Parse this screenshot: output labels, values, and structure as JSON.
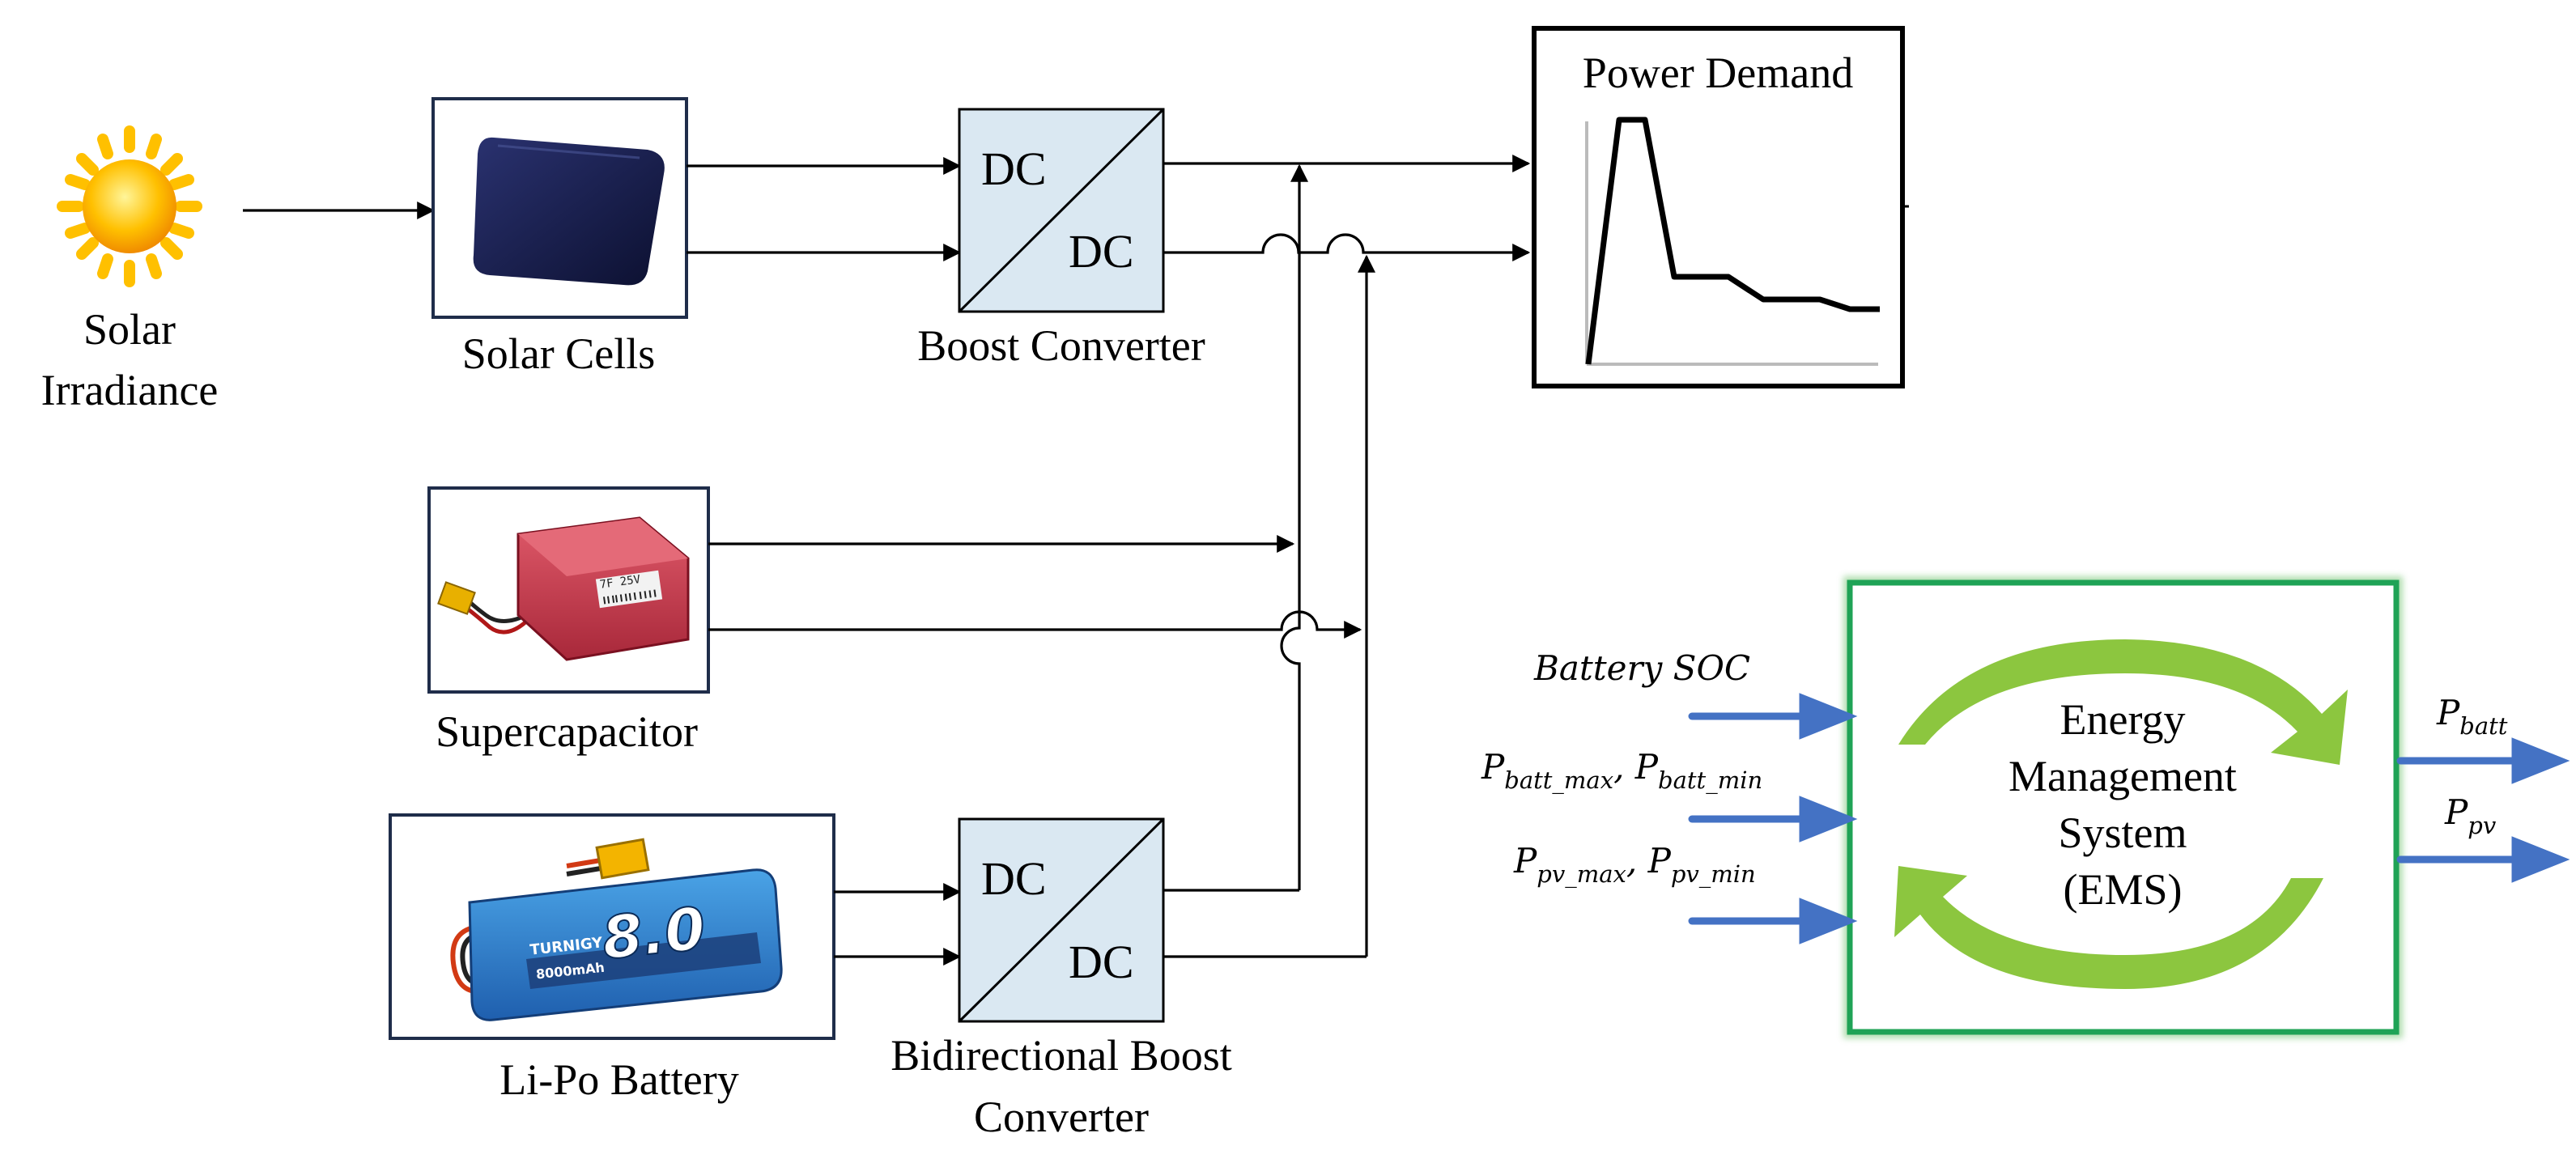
{
  "labels": {
    "solar_irradiance_line1": "Solar",
    "solar_irradiance_line2": "Irradiance",
    "solar_cells": "Solar Cells",
    "boost_converter": "Boost Converter",
    "supercapacitor": "Supercapacitor",
    "lipo_battery": "Li-Po Battery",
    "bidirectional_line1": "Bidirectional Boost",
    "bidirectional_line2": "Converter",
    "power_demand": "Power Demand",
    "dc_top": "DC",
    "dc_bottom": "DC"
  },
  "battery_pack": {
    "capacity": "8.0",
    "brand": "TURNIGY",
    "rating": "8000mAh"
  },
  "supercap_pack": {
    "rating": "7F 25V"
  },
  "ems": {
    "line1": "Energy",
    "line2": "Management",
    "line3": "System",
    "line4": "(EMS)",
    "inputs": {
      "battery_soc": "Battery SOC",
      "batt_limits": {
        "p": "P",
        "max_sub": "batt_max",
        "sep": ", ",
        "min_sub": "batt_min"
      },
      "pv_limits": {
        "p": "P",
        "max_sub": "pv_max",
        "sep": ", ",
        "min_sub": "pv_min"
      }
    },
    "outputs": {
      "p_batt": {
        "p": "P",
        "sub": "batt"
      },
      "p_pv": {
        "p": "P",
        "sub": "pv"
      }
    }
  },
  "colors": {
    "converter_fill": "#dae8f2",
    "signal_arrow": "#4472c4",
    "ems_border": "#1fa356",
    "cycle_arrow": "#8cc63f",
    "sun": "#ffc000"
  }
}
